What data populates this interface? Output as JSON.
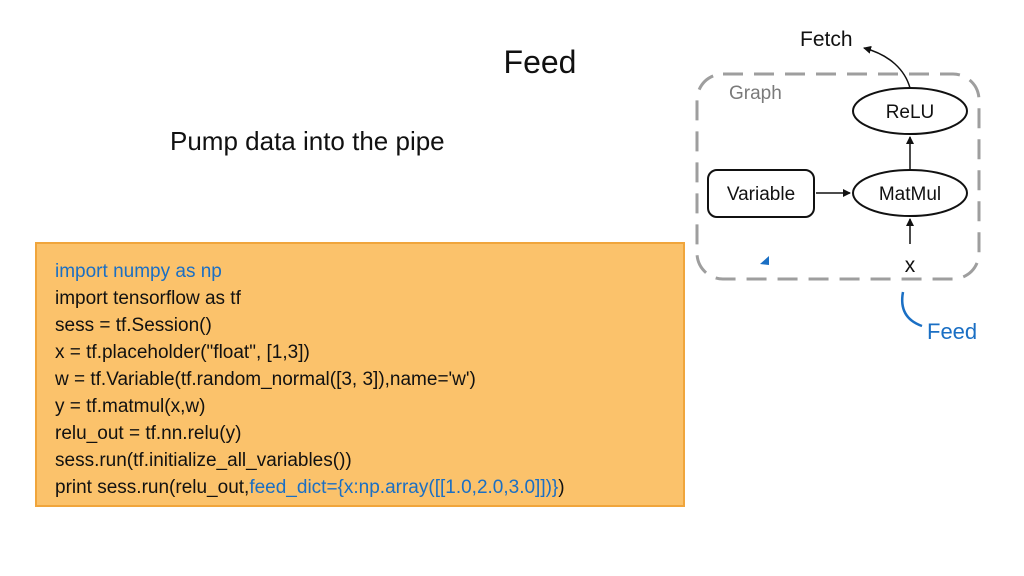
{
  "slide": {
    "title": "Feed",
    "subtitle": "Pump data into the pipe"
  },
  "code": {
    "lines": [
      {
        "parts": [
          {
            "text": "import numpy as np",
            "color": "blue"
          }
        ]
      },
      {
        "parts": [
          {
            "text": "import tensorflow as tf",
            "color": "black"
          }
        ]
      },
      {
        "parts": [
          {
            "text": "sess = tf.Session()",
            "color": "black"
          }
        ]
      },
      {
        "parts": [
          {
            "text": "x = tf.placeholder(\"float\", [1,3])",
            "color": "black"
          }
        ]
      },
      {
        "parts": [
          {
            "text": "w = tf.Variable(tf.random_normal([3, 3]),name='w')",
            "color": "black"
          }
        ]
      },
      {
        "parts": [
          {
            "text": "y = tf.matmul(x,w)",
            "color": "black"
          }
        ]
      },
      {
        "parts": [
          {
            "text": "relu_out = tf.nn.relu(y)",
            "color": "black"
          }
        ]
      },
      {
        "parts": [
          {
            "text": "sess.run(tf.initialize_all_variables())",
            "color": "black"
          }
        ]
      },
      {
        "parts": [
          {
            "text": "print sess.run(relu_out,",
            "color": "black"
          },
          {
            "text": "feed_dict={x:np.array([[1.0,2.0,3.0]])}",
            "color": "blue"
          },
          {
            "text": ")",
            "color": "black"
          }
        ]
      }
    ]
  },
  "diagram": {
    "fetch_label": "Fetch",
    "graph_label": "Graph",
    "relu_label": "ReLU",
    "matmul_label": "MatMul",
    "variable_label": "Variable",
    "x_label": "x",
    "feed_label": "Feed"
  },
  "colors": {
    "code_bg": "#fbc26b",
    "code_border": "#f0a53c",
    "code_blue": "#1a6fc4",
    "graph_border": "#9e9e9e",
    "feed_blue": "#1a6fc4"
  }
}
